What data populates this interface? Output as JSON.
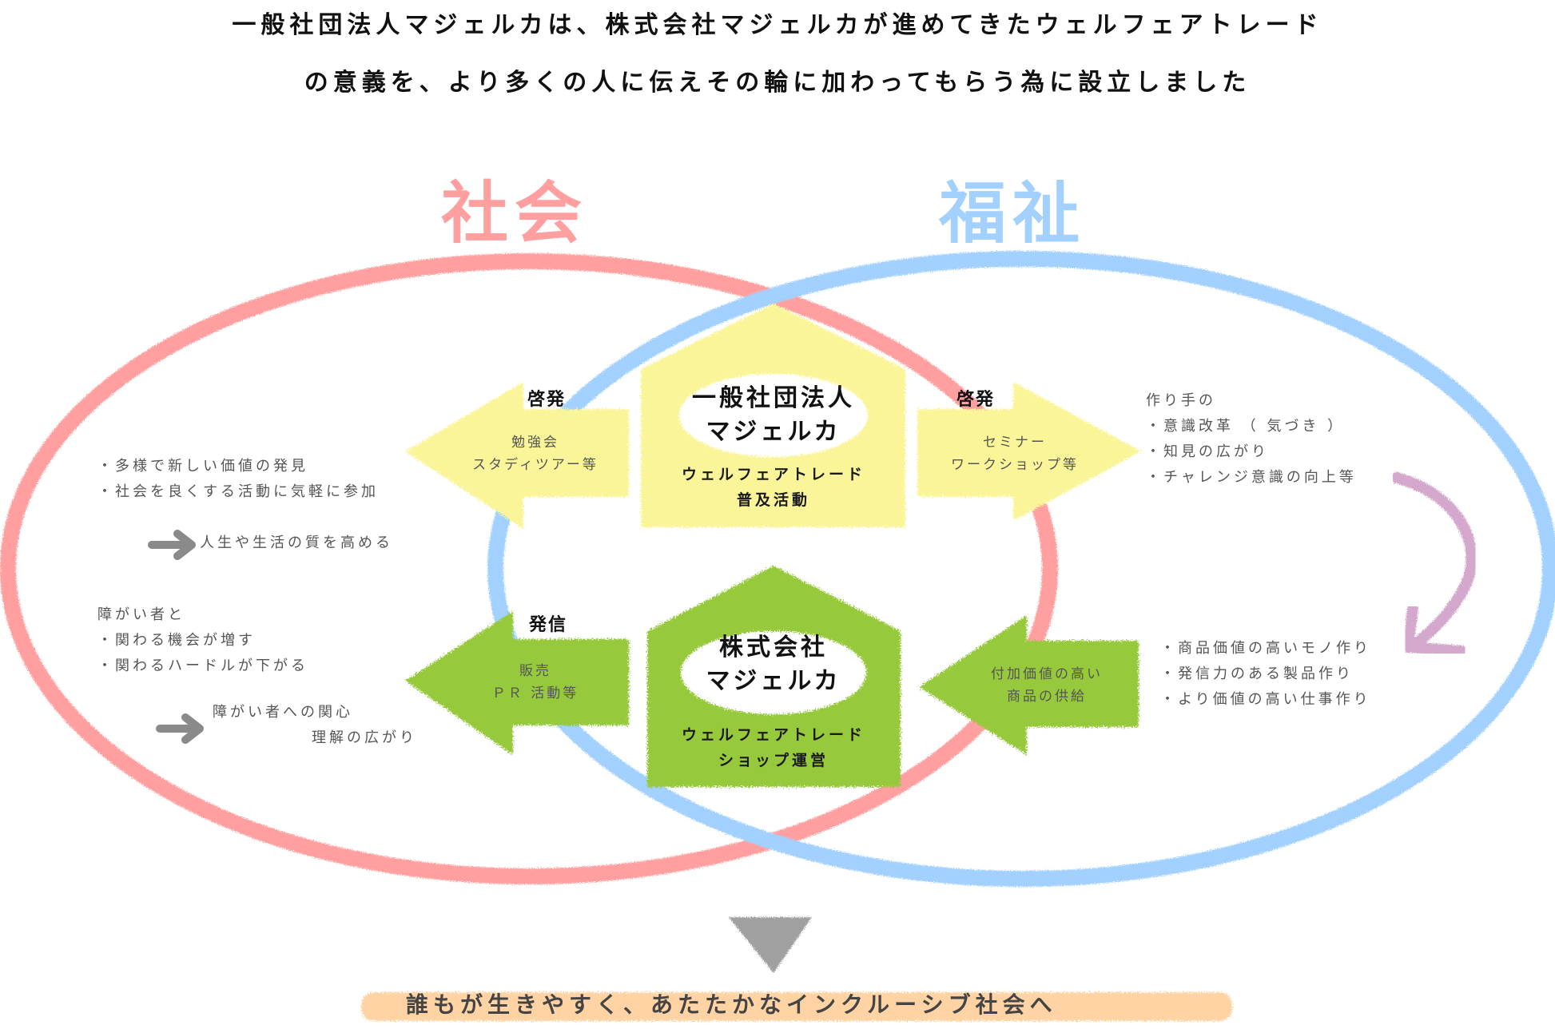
{
  "intro": {
    "line1": "一般社団法人マジェルカは、株式会社マジェルカが進めてきたウェルフェアトレード",
    "line2": "の意義を、より多くの人に伝えその輪に加わってもらう為に設立しました"
  },
  "circles": {
    "society": {
      "label": "社会",
      "color": "#ff9f9f"
    },
    "welfare": {
      "label": "福祉",
      "color": "#a3d1ff"
    }
  },
  "association": {
    "name_line1": "一般社団法人",
    "name_line2": "マジェルカ",
    "activity_line1": "ウェルフェアトレード",
    "activity_line2": "普及活動",
    "color": "#fbf59a"
  },
  "company": {
    "name_line1": "株式会社",
    "name_line2": "マジェルカ",
    "activity_line1": "ウェルフェアトレード",
    "activity_line2": "ショップ運営",
    "color": "#96c93a"
  },
  "arrows": {
    "enlighten_left": {
      "label": "啓発",
      "line1": "勉強会",
      "line2": "スタディツアー等",
      "direction": "left"
    },
    "enlighten_right": {
      "label": "啓発",
      "line1": "セミナー",
      "line2": "ワークショップ等",
      "direction": "right"
    },
    "broadcast_left": {
      "label": "発信",
      "line1": "販売",
      "line2": "ＰＲ 活動等",
      "direction": "left"
    },
    "supply_left": {
      "line1": "付加価値の高い",
      "line2": "商品の供給",
      "direction": "left"
    }
  },
  "society_effects": {
    "items": [
      "・多様で新しい価値の発見",
      "・社会を良くする活動に気軽に参加"
    ],
    "result": "人生や生活の質を高める"
  },
  "disability_effects": {
    "heading": "障がい者と",
    "items": [
      "・関わる機会が増す",
      "・関わるハードルが下がる"
    ],
    "result_line1": "障がい者への関心",
    "result_line2": "理解の広がり"
  },
  "maker_effects": {
    "heading": "作り手の",
    "items": [
      "・意識改革 （ 気づき ）",
      "・知見の広がり",
      "・チャレンジ意識の向上等"
    ]
  },
  "product_effects": {
    "items": [
      "・商品価値の高いモノ作り",
      "・発信力のある製品作り",
      "・より価値の高い仕事作り"
    ]
  },
  "goal": {
    "text": "誰もが生きやすく、あたたかなインクルーシブ社会へ",
    "highlight_color": "#ffd3a3"
  },
  "accent_colors": {
    "curve_arrow": "#d4a8cc",
    "gray_arrow": "#8a8a8a",
    "down_arrow": "#a0a0a0"
  }
}
